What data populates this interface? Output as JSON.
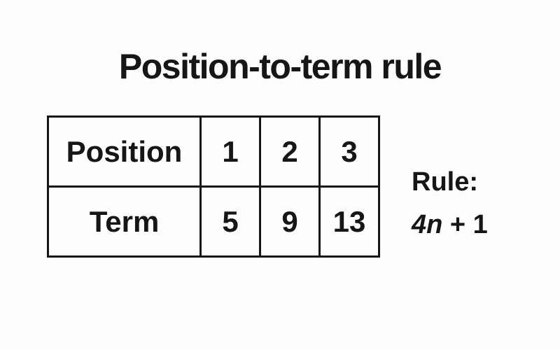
{
  "title": "Position-to-term rule",
  "table": {
    "rows": [
      {
        "label": "Position",
        "values": [
          "1",
          "2",
          "3"
        ]
      },
      {
        "label": "Term",
        "values": [
          "5",
          "9",
          "13"
        ]
      }
    ]
  },
  "rule": {
    "label": "Rule:",
    "coefficient": "4",
    "variable": "n",
    "suffix": " + 1"
  },
  "colors": {
    "background": "#fdfdfd",
    "text": "#161616",
    "table_border": "#161616"
  }
}
